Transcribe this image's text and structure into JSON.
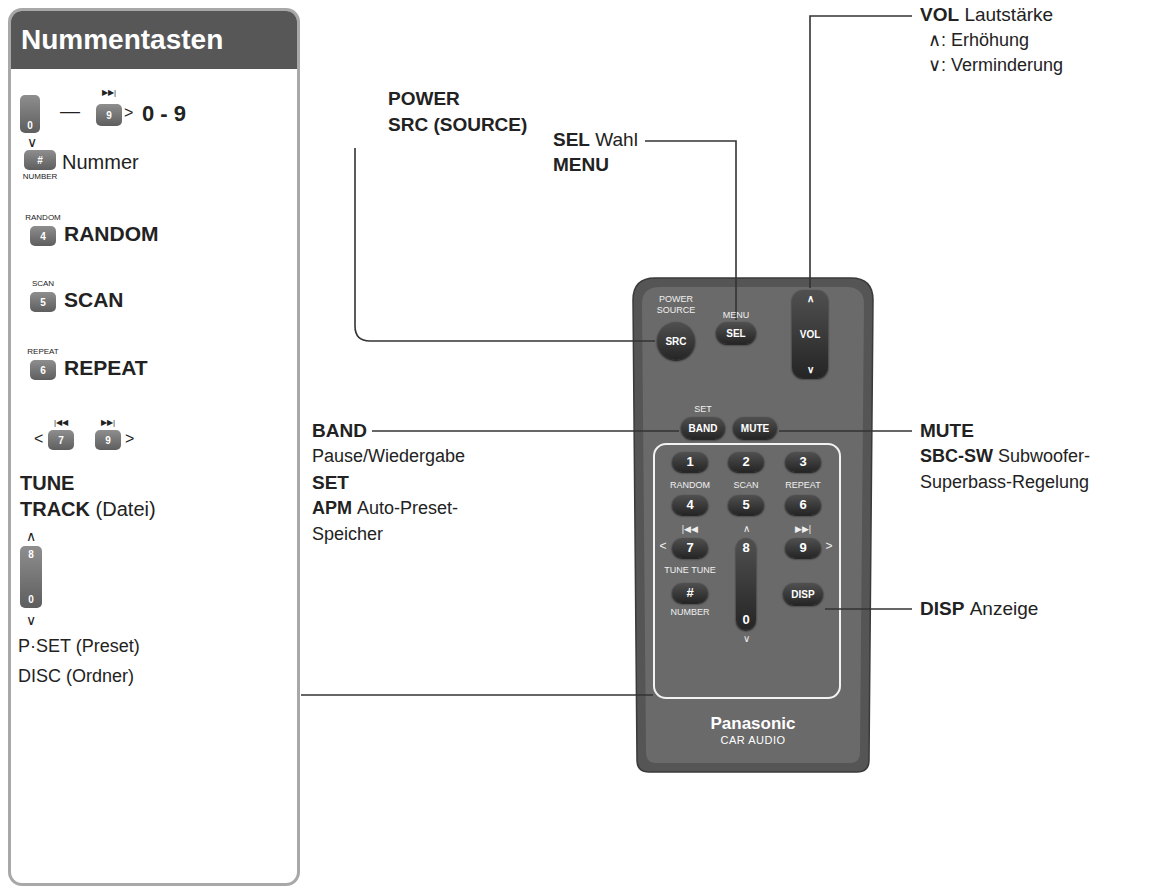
{
  "diagram": {
    "nodes": [
      {
        "text": [
          "Nummentasten"
        ]
      },
      {
        "text": [
          "0"
        ],
        "in": 0
      },
      {
        "text": [
          "9"
        ],
        "in": 0
      },
      {
        "text": [
          "#"
        ],
        "in": 0
      },
      {
        "text": [
          "4"
        ],
        "in": 0
      },
      {
        "text": [
          "5"
        ],
        "in": 0
      },
      {
        "text": [
          "6"
        ],
        "in": 0
      },
      {
        "text": [
          "7"
        ],
        "in": 0
      },
      {
        "text": [
          "9"
        ],
        "in": 0
      },
      {
        "text": [
          "8",
          "0"
        ],
        "in": 0
      },
      {
        "text": [
          "Panasonic",
          "CAR AUDIO"
        ]
      },
      {
        "text": [
          "SRC"
        ],
        "in": 10
      },
      {
        "text": [
          "SEL"
        ],
        "in": 10
      },
      {
        "text": [
          "∧",
          "VOL",
          "∨"
        ],
        "in": 10
      },
      {
        "text": [
          "BAND"
        ],
        "in": 10
      },
      {
        "text": [
          "MUTE"
        ],
        "in": 10
      },
      {
        "text": [
          "1"
        ],
        "in": 10
      },
      {
        "text": [
          "2"
        ],
        "in": 10
      },
      {
        "text": [
          "3"
        ],
        "in": 10
      },
      {
        "text": [
          "4"
        ],
        "in": 10
      },
      {
        "text": [
          "5"
        ],
        "in": 10
      },
      {
        "text": [
          "6"
        ],
        "in": 10
      },
      {
        "text": [
          "7"
        ],
        "in": 10
      },
      {
        "text": [
          "8",
          "0"
        ],
        "in": 10
      },
      {
        "text": [
          "9"
        ],
        "in": 10
      },
      {
        "text": [
          "#"
        ],
        "in": 10
      },
      {
        "text": [
          "DISP"
        ],
        "in": 10
      }
    ],
    "labels": [
      "∨",
      "—",
      "▶▶|",
      ">",
      "0 - 9",
      "NUMBER",
      "Nummer",
      "RANDOM",
      "RANDOM",
      "SCAN",
      "SCAN",
      "REPEAT",
      "REPEAT",
      "|◀◀",
      "▶▶|",
      "<",
      ">",
      "TUNE",
      "TRACK",
      "(Datei)",
      "∧",
      "∨",
      "P·SET (Preset)",
      "DISC (Ordner)",
      "SEL",
      "Wahl",
      "MENU",
      "POWER",
      "SRC (SOURCE)",
      "VOL",
      "Lautstärke",
      "∧: Erhöhung",
      "∨: Verminderung",
      "BAND",
      "Pause/Wiedergabe",
      "SET",
      "APM",
      "Auto-Preset-",
      "Speicher",
      "MUTE",
      "SBC-SW",
      "Subwoofer-",
      "Superbass-Regelung",
      "DISP",
      "Anzeige",
      "POWER",
      "SOURCE",
      "MENU",
      "SET",
      "RANDOM",
      "SCAN",
      "REPEAT",
      "|◀◀",
      "∧",
      "▶▶|",
      "<",
      ">",
      "TUNE TUNE",
      "NUMBER",
      "∨"
    ]
  }
}
